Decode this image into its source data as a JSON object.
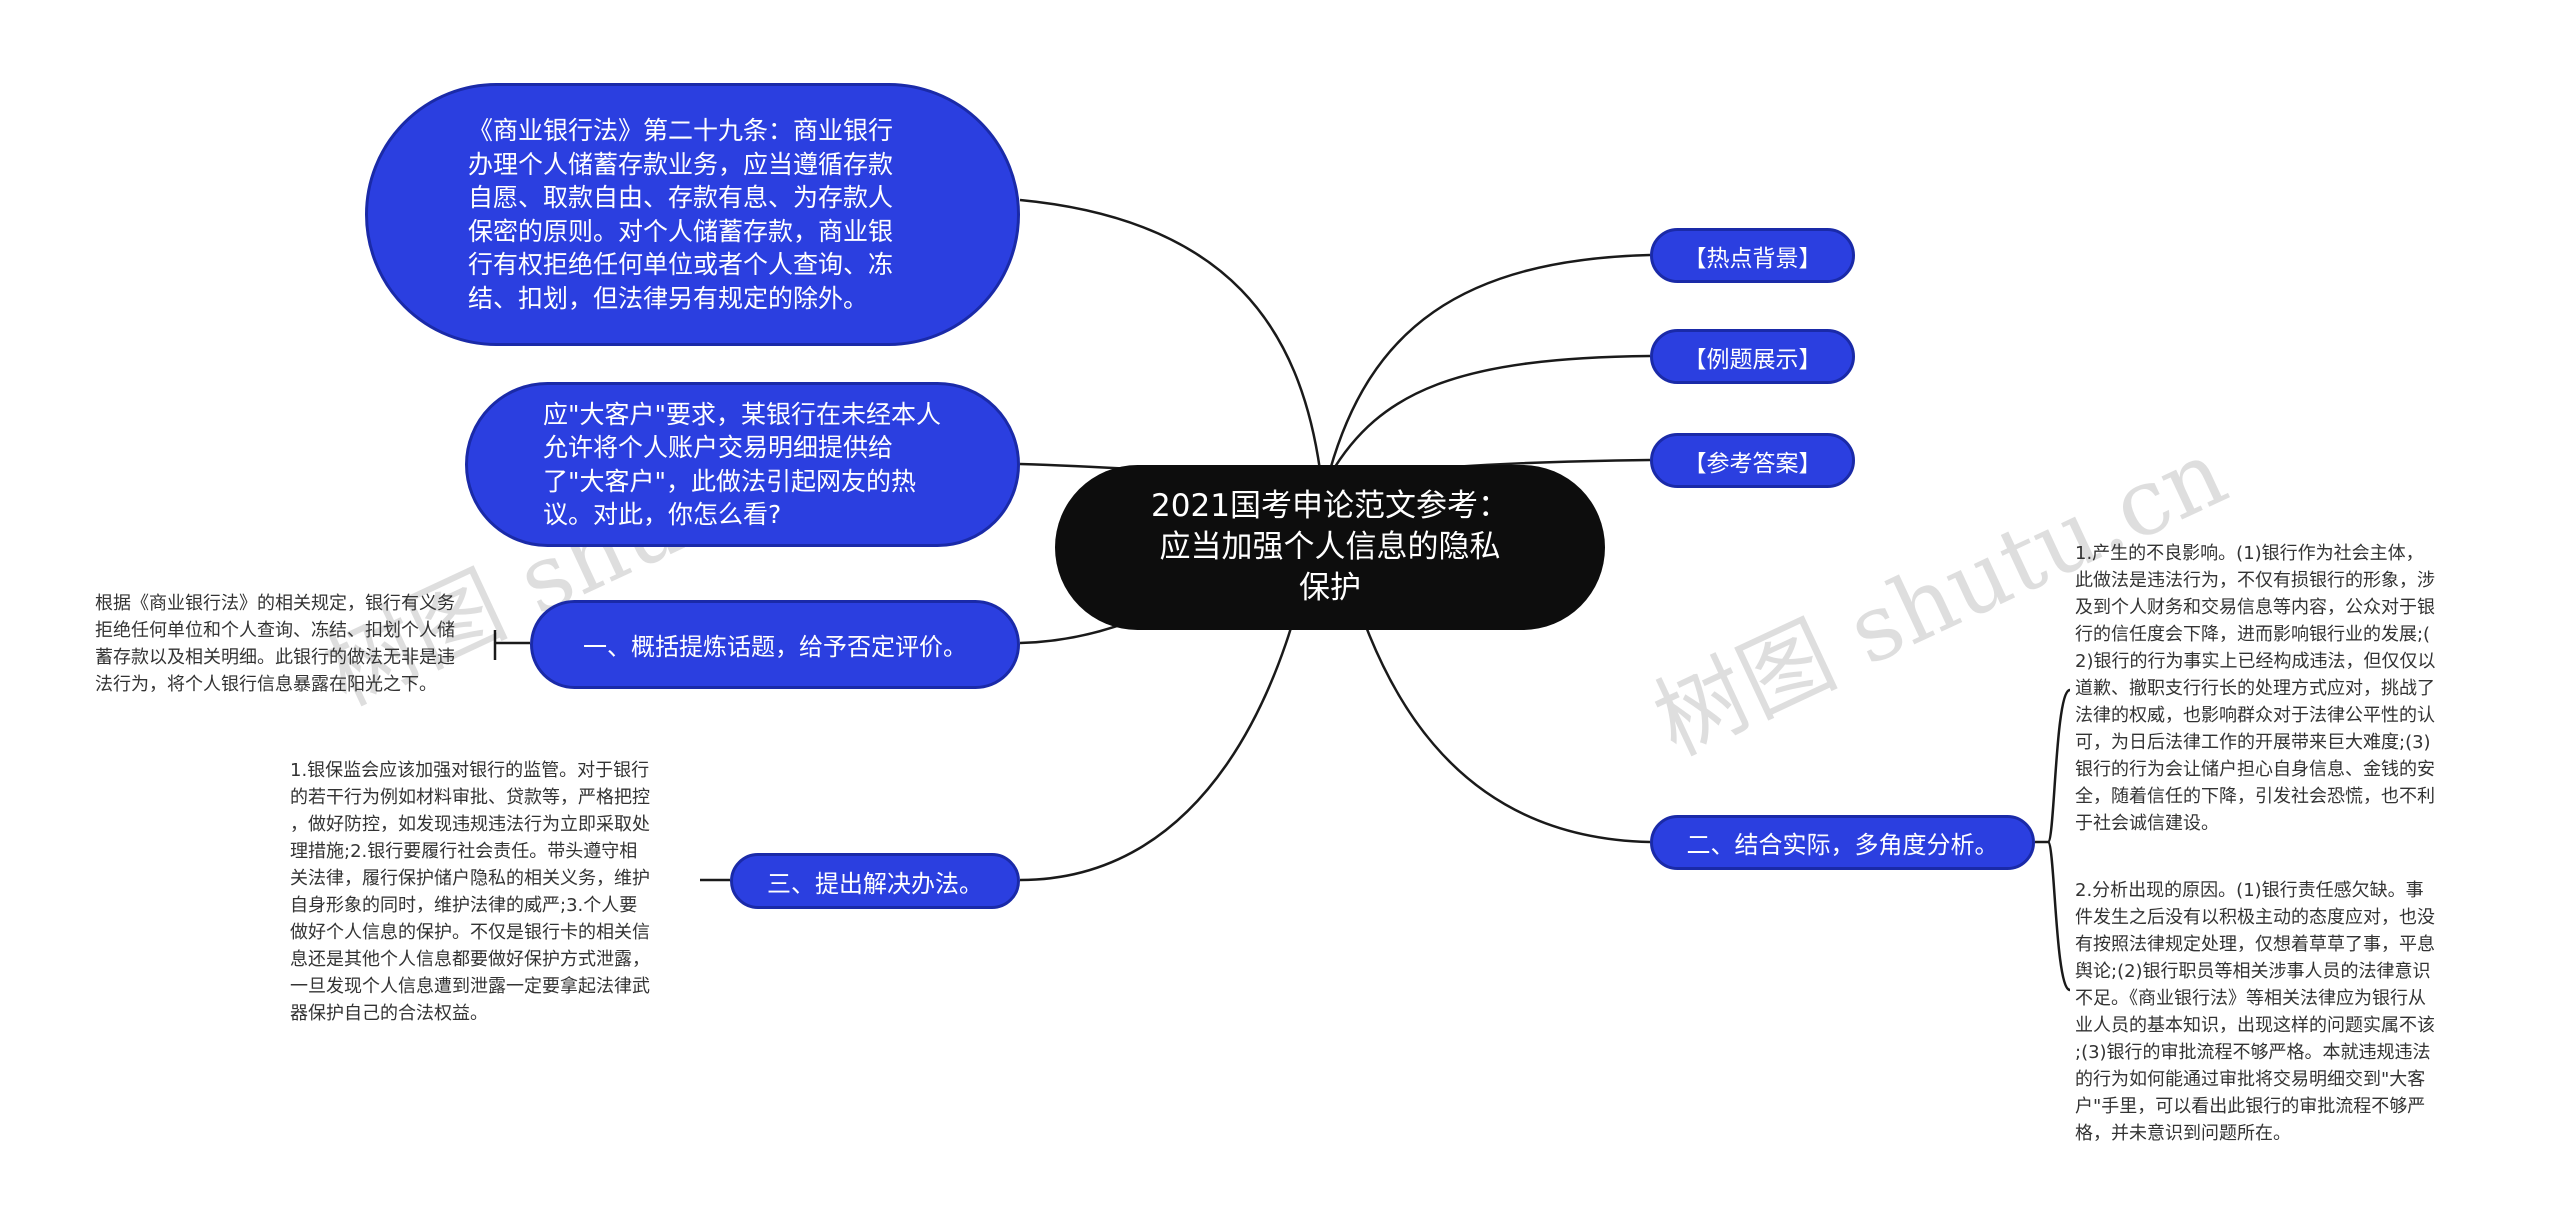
{
  "root": {
    "title_line1": "2021国考申论范文参考：",
    "title_line2": "应当加强个人信息的隐私",
    "title_line3": "保护"
  },
  "left": {
    "law_text": "《商业银行法》第二十九条：商业银行办理个人储蓄存款业务，应当遵循存款自愿、取款自由、存款有息、为存款人保密的原则。对个人储蓄存款，商业银行有权拒绝任何单位或者个人查询、冻结、扣划，但法律另有规定的除外。",
    "question_text": "应\"大客户\"要求，某银行在未经本人允许将个人账户交易明细提供给了\"大客户\"，此做法引起网友的热议。对此，你怎么看?",
    "branch1": {
      "label": "一、概括提炼话题，给予否定评价。",
      "note": "根据《商业银行法》的相关规定，银行有义务\n拒绝任何单位和个人查询、冻结、扣划个人储\n蓄存款以及相关明细。此银行的做法无非是违\n法行为，将个人银行信息暴露在阳光之下。"
    },
    "branch3": {
      "label": "三、提出解决办法。",
      "note": "1.银保监会应该加强对银行的监管。对于银行\n的若干行为例如材料审批、贷款等，严格把控\n，做好防控，如发现违规违法行为立即采取处\n理措施;2.银行要履行社会责任。带头遵守相\n关法律，履行保护储户隐私的相关义务，维护\n自身形象的同时，维护法律的威严;3.个人要\n做好个人信息的保护。不仅是银行卡的相关信\n息还是其他个人信息都要做好保护方式泄露，\n一旦发现个人信息遭到泄露一定要拿起法律武\n器保护自己的合法权益。"
    }
  },
  "right": {
    "tag1": "【热点背景】",
    "tag2": "【例题展示】",
    "tag3": "【参考答案】",
    "branch2": {
      "label": "二、结合实际，多角度分析。",
      "note1": "1.产生的不良影响。(1)银行作为社会主体，\n此做法是违法行为，不仅有损银行的形象，涉\n及到个人财务和交易信息等内容，公众对于银\n行的信任度会下降，进而影响银行业的发展;(\n2)银行的行为事实上已经构成违法，但仅仅以\n道歉、撤职支行行长的处理方式应对，挑战了\n法律的权威，也影响群众对于法律公平性的认\n可，为日后法律工作的开展带来巨大难度;(3)\n银行的行为会让储户担心自身信息、金钱的安\n全，随着信任的下降，引发社会恐慌，也不利\n于社会诚信建设。",
      "note2": "2.分析出现的原因。(1)银行责任感欠缺。事\n件发生之后没有以积极主动的态度应对，也没\n有按照法律规定处理，仅想着草草了事，平息\n舆论;(2)银行职员等相关涉事人员的法律意识\n不足。《商业银行法》等相关法律应为银行从\n业人员的基本知识，出现这样的问题实属不该\n;(3)银行的审批流程不够严格。本就违规违法\n的行为如何能通过审批将交易明细交到\"大客\n户\"手里，可以看出此银行的审批流程不够严\n格，并未意识到问题所在。"
    }
  },
  "watermarks": [
    "树图 shutu.cn",
    "树图 shutu.cn"
  ],
  "colors": {
    "node_fill": "#2b3fe0",
    "node_border": "#1a2aa8",
    "root_fill": "#0d0d0d",
    "line": "#1a1a1a"
  }
}
